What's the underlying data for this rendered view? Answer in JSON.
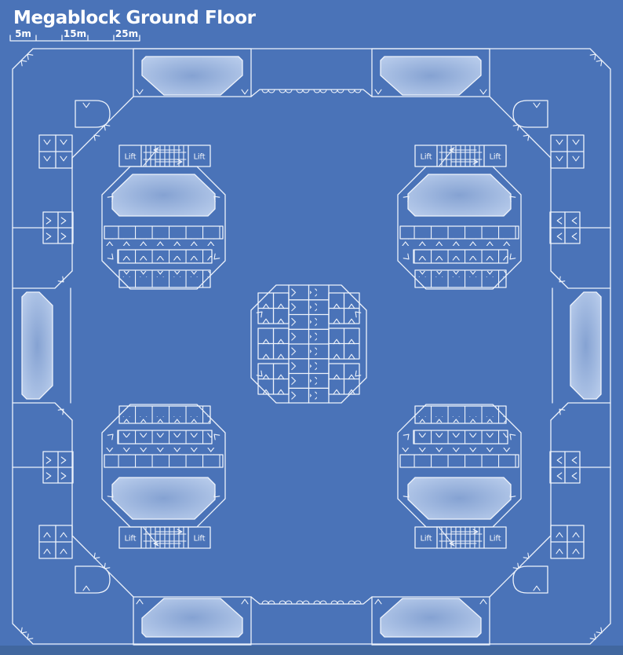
{
  "header": {
    "title": "Megablock Ground Floor"
  },
  "scale_bar": {
    "labels": [
      "5m",
      "15m",
      "25m"
    ]
  },
  "labels": {
    "lift": "Lift"
  },
  "colors": {
    "background": "#4a73b8",
    "line": "#eef3fb",
    "hall_fill_center": "#85a2d2",
    "hall_fill_edge": "#bdd0ee",
    "footer_strip": "#41679f",
    "text": "#ffffff"
  }
}
